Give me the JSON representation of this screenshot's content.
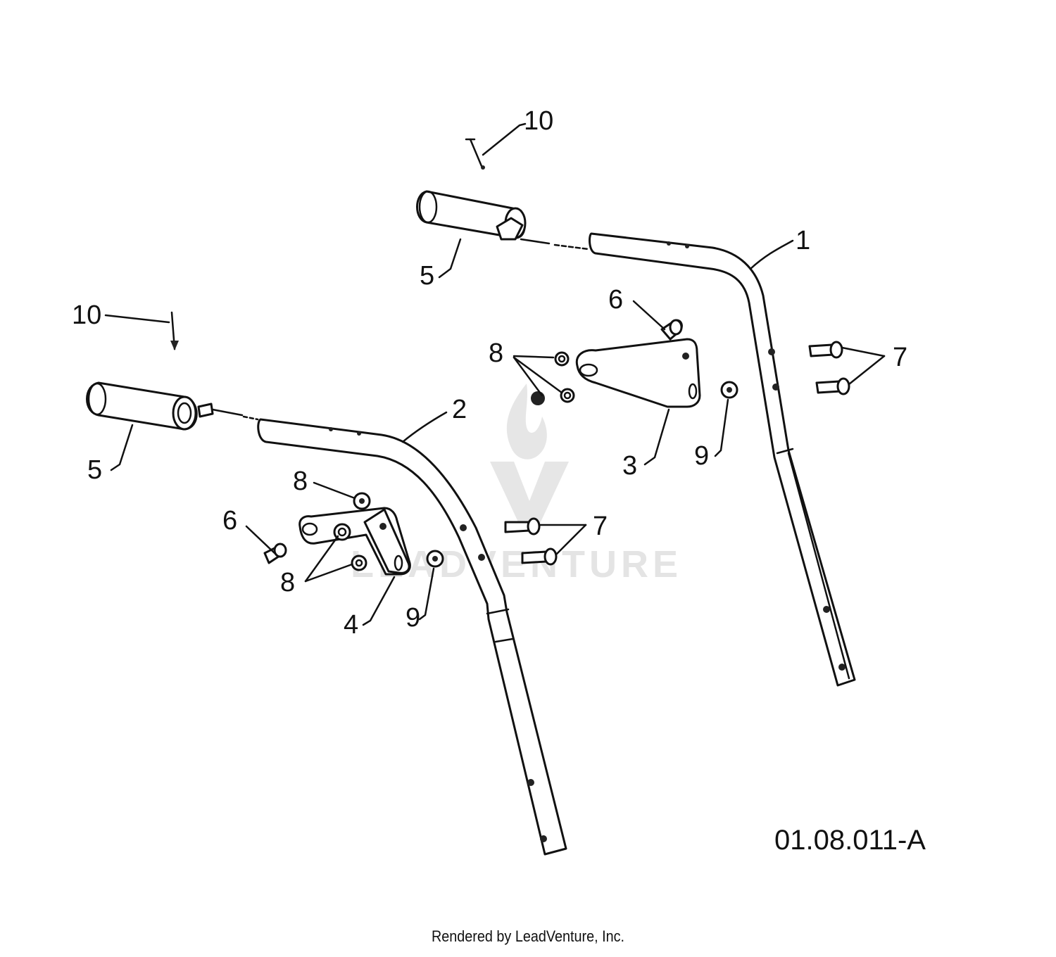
{
  "diagram": {
    "drawing_id": "01.08.011-A",
    "footer_credit": "Rendered by LeadVenture, Inc.",
    "watermark_text": "LEADVENTURE",
    "callouts": {
      "upper_handle": "1",
      "lower_handle": "2",
      "upper_bracket": "3",
      "lower_bracket": "4",
      "upper_grip": "5",
      "lower_grip": "5",
      "upper_carriage_bolt": "6",
      "lower_carriage_bolt": "6",
      "upper_hex_bolts": "7",
      "lower_hex_bolts": "7",
      "upper_nuts": "8",
      "lower_top_nut": "8",
      "lower_nuts": "8",
      "upper_washer": "9",
      "lower_washer": "9",
      "upper_cable": "10",
      "lower_cable": "10"
    }
  }
}
